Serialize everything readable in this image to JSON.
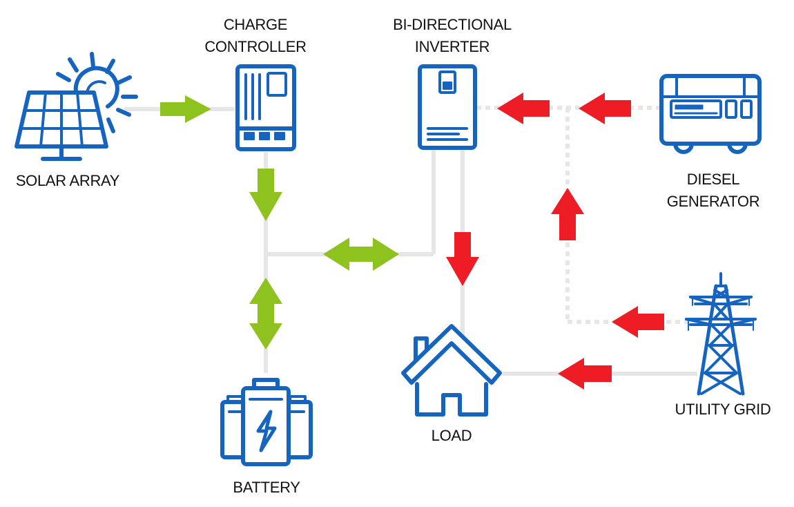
{
  "labels": {
    "solar_array": "SOLAR ARRAY",
    "charge_controller_line1": "CHARGE",
    "charge_controller_line2": "CONTROLLER",
    "inverter_line1": "BI-DIRECTIONAL",
    "inverter_line2": "INVERTER",
    "diesel_line1": "DIESEL",
    "diesel_line2": "GENERATOR",
    "load": "LOAD",
    "battery": "BATTERY",
    "utility_grid": "UTILITY GRID"
  },
  "colors": {
    "icon_blue": "#1565c0",
    "dc_flow_green": "#8dc21f",
    "ac_flow_red": "#ee1c25",
    "connector_gray": "#e6e6e6",
    "text": "#111111"
  },
  "icons": [
    "solar-panel-icon",
    "sun-icon",
    "charge-controller-icon",
    "inverter-icon",
    "generator-icon",
    "house-icon",
    "battery-icon",
    "transmission-tower-icon"
  ]
}
